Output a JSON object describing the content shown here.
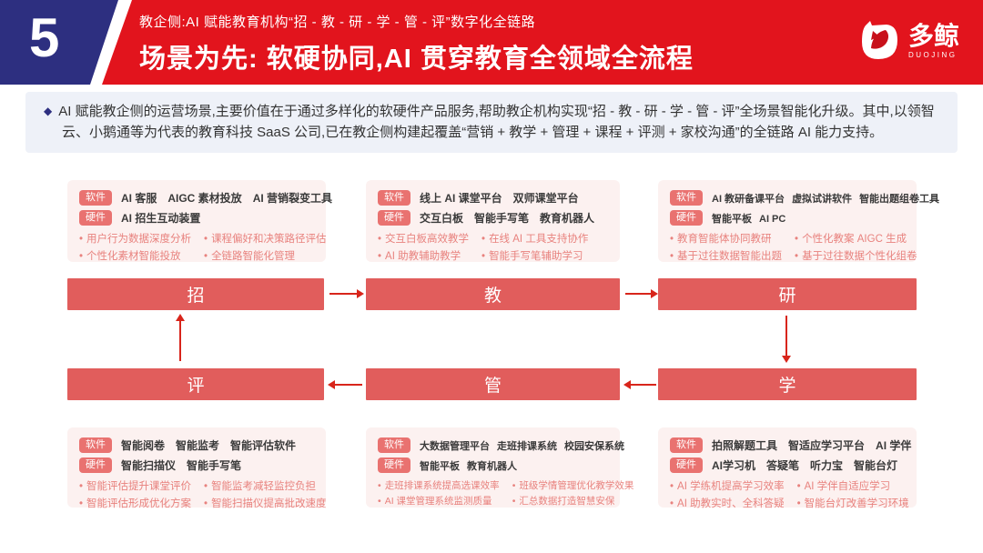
{
  "header": {
    "page_number": "5",
    "kicker": "教企侧:AI 赋能教育机构“招 - 教 - 研 - 学 - 管 - 评”数字化全链路",
    "title": "场景为先: 软硬协同,AI 贯穿教育全领域全流程",
    "logo": {
      "name": "多鲸",
      "subtitle": "DUOJING"
    }
  },
  "summary": {
    "bullet": "◆",
    "text": "AI 赋能教企侧的运营场景,主要价值在于通过多样化的软硬件产品服务,帮助教企机构实现“招 - 教 - 研 - 学 - 管 - 评”全场景智能化升级。其中,以领智云、小鹅通等为代表的教育科技 SaaS 公司,已在教企侧构建起覆盖“营销 + 教学 + 管理 + 课程 + 评测 + 家校沟通”的全链路 AI 能力支持。"
  },
  "labels": {
    "software_tag": "软件",
    "hardware_tag": "硬件",
    "bullet_marker": "•"
  },
  "flow": {
    "nodes": [
      {
        "label": "招"
      },
      {
        "label": "教"
      },
      {
        "label": "研"
      },
      {
        "label": "评"
      },
      {
        "label": "管"
      },
      {
        "label": "学"
      }
    ],
    "sequence": "招 → 教 → 研 → 学 → 管 → 评 → 招"
  },
  "cards": [
    {
      "node": "招",
      "software": [
        "AI 客服",
        "AIGC 素材投放",
        "AI 营销裂变工具"
      ],
      "hardware": [
        "AI 招生互动装置"
      ],
      "bullets_left": [
        "用户行为数据深度分析",
        "个性化素材智能投放"
      ],
      "bullets_right": [
        "课程偏好和决策路径评估",
        "全链路智能化管理"
      ]
    },
    {
      "node": "教",
      "software": [
        "线上 AI 课堂平台",
        "双师课堂平台"
      ],
      "hardware": [
        "交互白板",
        "智能手写笔",
        "教育机器人"
      ],
      "bullets_left": [
        "交互白板高效教学",
        "AI 助教辅助教学"
      ],
      "bullets_right": [
        "在线 AI 工具支持协作",
        "智能手写笔辅助学习"
      ]
    },
    {
      "node": "研",
      "software": [
        "AI 教研备课平台",
        "虚拟试讲软件",
        "智能出题组卷工具"
      ],
      "hardware": [
        "智能平板",
        "AI PC"
      ],
      "bullets_left": [
        "教育智能体协同教研",
        "基于过往数据智能出题"
      ],
      "bullets_right": [
        "个性化教案 AIGC 生成",
        "基于过往数据个性化组卷"
      ]
    },
    {
      "node": "评",
      "software": [
        "智能阅卷",
        "智能监考",
        "智能评估软件"
      ],
      "hardware": [
        "智能扫描仪",
        "智能手写笔"
      ],
      "bullets_left": [
        "智能评估提升课堂评价",
        "智能评估形成优化方案"
      ],
      "bullets_right": [
        "智能监考减轻监控负担",
        "智能扫描仪提高批改速度"
      ]
    },
    {
      "node": "管",
      "software": [
        "大数据管理平台",
        "走班排课系统",
        "校园安保系统"
      ],
      "hardware": [
        "智能平板",
        "教育机器人"
      ],
      "bullets_left": [
        "走班排课系统提高选课效率",
        "AI 课堂管理系统监测质量"
      ],
      "bullets_right": [
        "班级学情管理优化教学效果",
        "汇总数据打造智慧安保"
      ]
    },
    {
      "node": "学",
      "software": [
        "拍照解题工具",
        "智适应学习平台",
        "AI 学伴"
      ],
      "hardware": [
        "AI学习机",
        "答疑笔",
        "听力宝",
        "智能台灯"
      ],
      "bullets_left": [
        "AI 学练机提高学习效率",
        "AI 助教实时、全科答疑"
      ],
      "bullets_right": [
        "AI 学伴自适应学习",
        "智能台灯改善学习环境"
      ]
    }
  ],
  "colors": {
    "header_red": "#E2141D",
    "corner_navy": "#2D2F80",
    "node_salmon": "#E15D5C",
    "card_bg": "#FCF1F0",
    "summary_bg": "#EEF1F8",
    "bullet_text": "#E8827E",
    "arrow_red": "#D8251B"
  }
}
